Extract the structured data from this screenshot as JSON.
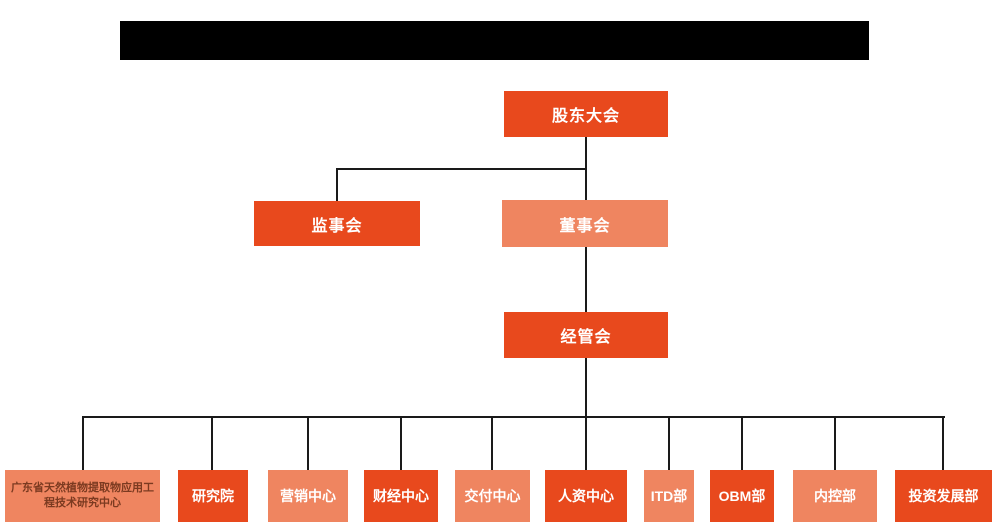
{
  "colors": {
    "primary_orange": "#E8491D",
    "secondary_salmon": "#EF8560",
    "connector_line": "#1A1A1A",
    "research_center_text": "#7B3A20",
    "node_text": "#FFFFFF",
    "redacted_bar": "#000000"
  },
  "org": {
    "root": {
      "label": "股东大会"
    },
    "level2": [
      {
        "label": "监事会"
      },
      {
        "label": "董事会"
      }
    ],
    "level3": {
      "label": "经管会"
    },
    "departments": [
      {
        "label": "广东省天然植物提取物应用工程技术研究中心"
      },
      {
        "label": "研究院"
      },
      {
        "label": "营销中心"
      },
      {
        "label": "财经中心"
      },
      {
        "label": "交付中心"
      },
      {
        "label": "人资中心"
      },
      {
        "label": "ITD部"
      },
      {
        "label": "OBM部"
      },
      {
        "label": "内控部"
      },
      {
        "label": "投资发展部"
      }
    ]
  }
}
